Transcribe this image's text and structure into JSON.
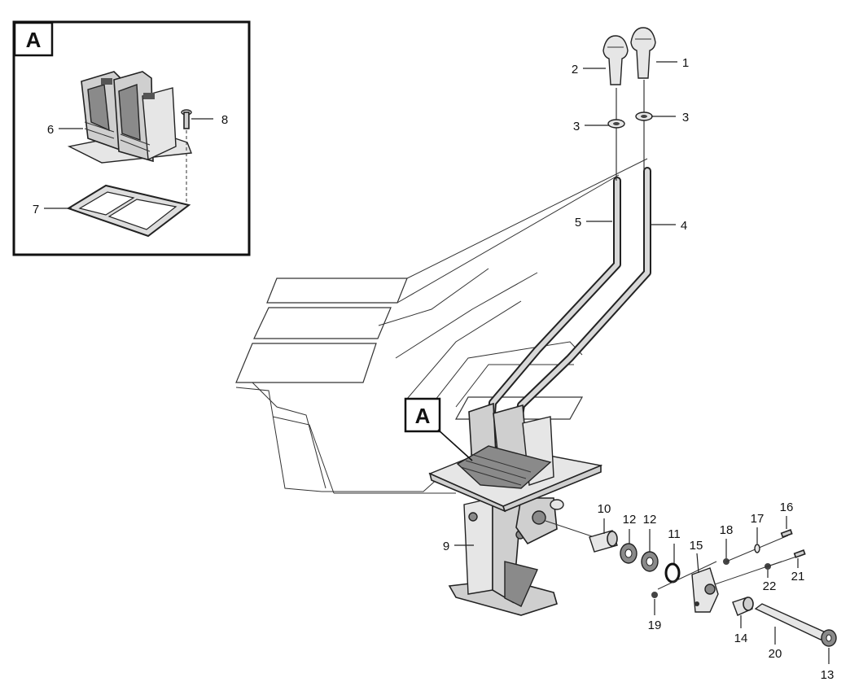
{
  "detail_badge": "A",
  "view_badge": "A",
  "callouts": {
    "c1": "1",
    "c2": "2",
    "c3a": "3",
    "c3b": "3",
    "c4": "4",
    "c5": "5",
    "c6": "6",
    "c7": "7",
    "c8": "8",
    "c9": "9",
    "c10": "10",
    "c11": "11",
    "c12a": "12",
    "c12b": "12",
    "c13": "13",
    "c14": "14",
    "c15": "15",
    "c16": "16",
    "c17": "17",
    "c18": "18",
    "c19": "19",
    "c20": "20",
    "c21": "21",
    "c22": "22"
  }
}
